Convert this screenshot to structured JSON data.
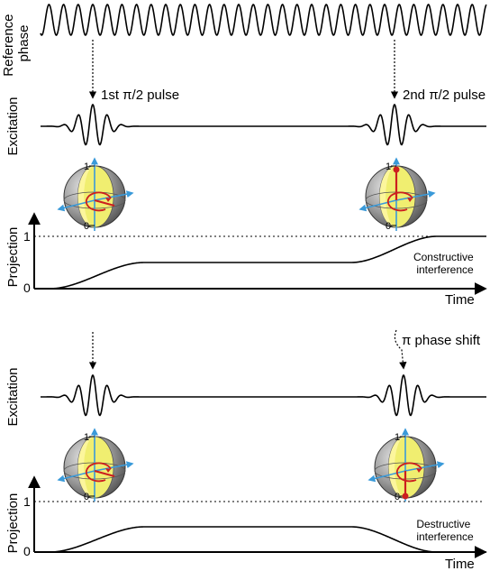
{
  "labels": {
    "reference_phase_line1": "Reference",
    "reference_phase_line2": "phase",
    "excitation": "Excitation",
    "projection": "Projection",
    "time": "Time",
    "pulse1": "1st π/2 pulse",
    "pulse2": "2nd π/2 pulse",
    "phase_shift": "π phase shift",
    "constructive_line1": "Constructive",
    "constructive_line2": "interference",
    "destructive_line1": "Destructive",
    "destructive_line2": "interference",
    "tick_one": "1",
    "tick_zero": "0"
  },
  "colors": {
    "sphere_shell": "#8c8c8c",
    "sphere_face": "#f0ee70",
    "axis_arrow": "#3a9ad9",
    "vector": "#cc1f1f"
  }
}
